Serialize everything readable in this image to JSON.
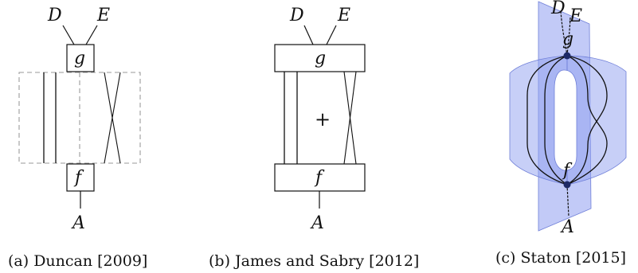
{
  "panels": [
    {
      "caption": "(a) Duncan [2009]",
      "wires_top": [
        "D",
        "E"
      ],
      "top_box": "g",
      "bottom_box": "f",
      "wire_bottom": "A"
    },
    {
      "caption": "(b) James and Sabry [2012]",
      "wires_top": [
        "D",
        "E"
      ],
      "top_box": "g",
      "bottom_box": "f",
      "wire_bottom": "A",
      "sum_symbol": "+"
    },
    {
      "caption": "(c) Staton [2015]",
      "wires_top": [
        "D",
        "E"
      ],
      "top_node": "g",
      "bottom_node": "f",
      "wire_bottom": "A"
    }
  ],
  "colors": {
    "ink": "#111111",
    "dashed": "#9a9a9a",
    "sheet_fill": "#8f9ff0",
    "sheet_edge": "#6f7fd8",
    "node": "#1e2a66"
  }
}
